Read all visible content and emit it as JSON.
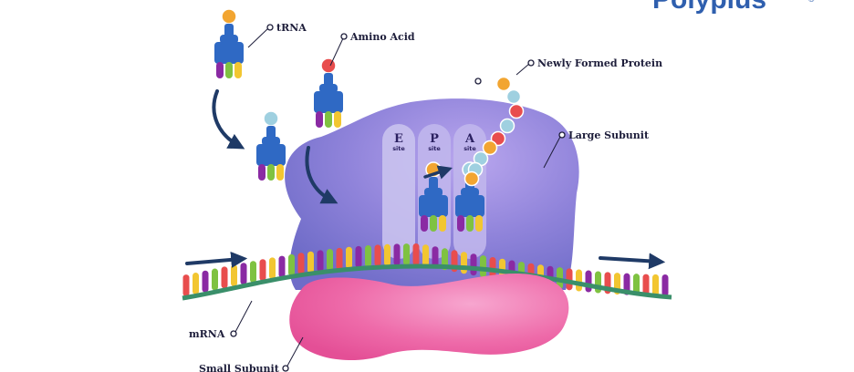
{
  "brand": {
    "name": "Polyplus",
    "reg_mark": "®"
  },
  "labels": {
    "trna": "tRNA",
    "amino_acid": "Amino Acid",
    "newly_formed_protein": "Newly Formed Protein",
    "large_subunit": "Large Subunit",
    "mrna": "mRNA",
    "small_subunit": "Small Subunit"
  },
  "sites": [
    {
      "letter": "E",
      "word": "site"
    },
    {
      "letter": "P",
      "word": "site"
    },
    {
      "letter": "A",
      "word": "site"
    }
  ],
  "colors": {
    "large_subunit": "#8a7fd6",
    "small_subunit": "#ea5fa2",
    "trna": "#2f69c4",
    "arrow": "#1f3a66",
    "label_text": "#1d1d3a",
    "brand": "#2f5fae",
    "base_palette": [
      "#e84d4d",
      "#f2c631",
      "#8a2aa3",
      "#7fc241",
      "#e84d4d",
      "#f2c631",
      "#8a2aa3",
      "#7fc241"
    ],
    "protein_beads": [
      "#f2a531",
      "#9fd0e0",
      "#e84d4d",
      "#9fd0e0",
      "#e84d4d",
      "#f2a531",
      "#9fd0e0",
      "#9fd0e0",
      "#f2a531"
    ]
  }
}
